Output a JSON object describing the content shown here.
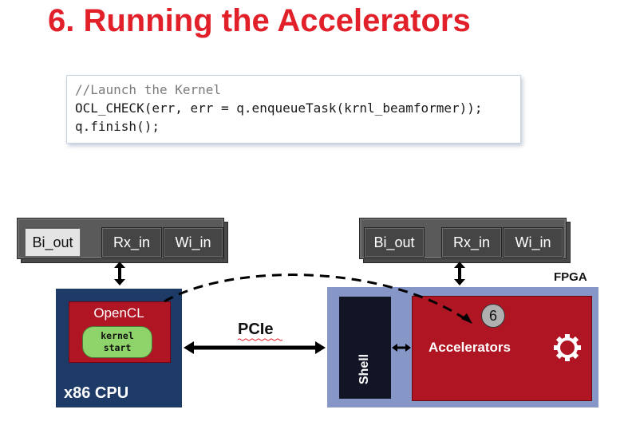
{
  "slide": {
    "title": "6. Running the Accelerators"
  },
  "code": {
    "line1": "//Launch the Kernel",
    "line2": "OCL_CHECK(err, err = q.enqueueTask(krnl_beamformer));",
    "line3": "q.finish();"
  },
  "host_memory": {
    "cells": [
      "Bi_out",
      "Rx_in",
      "Wi_in"
    ]
  },
  "fpga_memory": {
    "cells": [
      "Bi_out",
      "Rx_in",
      "Wi_in"
    ]
  },
  "cpu": {
    "label": "x86 CPU",
    "opencl_label": "OpenCL",
    "kernel_line1": "kernel",
    "kernel_line2": "start"
  },
  "link": {
    "label": "PCIe"
  },
  "fpga": {
    "label": "FPGA",
    "shell_label": "Shell",
    "accelerators_label": "Accelerators",
    "step_number": "6",
    "gear_icon": "gear-icon"
  },
  "colors": {
    "title_red": "#e2202a",
    "cpu_blue": "#1e3a66",
    "fpga_blue": "#8697c7",
    "block_red": "#b01523",
    "kernel_green": "#8ed46a"
  }
}
